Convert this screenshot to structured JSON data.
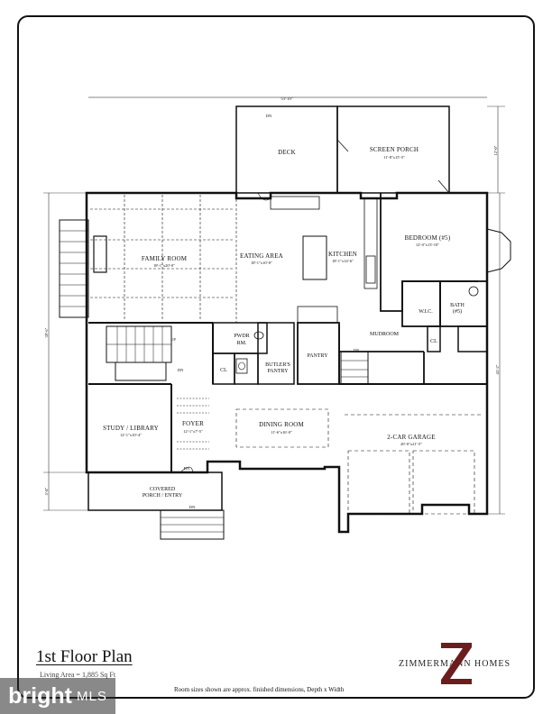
{
  "plan": {
    "title": "1st Floor Plan",
    "living_area": "Living Area = 1,885 Sq Ft",
    "note": "Room sizes shown are approx. finished dimensions, Depth x Width",
    "brand": "ZIMMERMANN HOMES",
    "logo_letter": "Z"
  },
  "rooms": {
    "deck": "DECK",
    "screen_porch": "SCREEN PORCH",
    "screen_porch_dim": "11'-8\"x15'-5\"",
    "family_room": "FAMILY ROOM",
    "family_room_dim": "18'-1\"x20'-0\"",
    "eating_area": "EATING AREA",
    "eating_area_dim": "18'-1\"x10'-0\"",
    "kitchen": "KITCHEN",
    "kitchen_dim": "18'-1\"x14'-6\"",
    "bedroom": "BEDROOM (#5)",
    "bedroom_dim": "12'-0\"x13'-10\"",
    "wic": "W.I.C.",
    "bath": "BATH",
    "bath_num": "(#5)",
    "mudroom": "MUDROOM",
    "pantry": "PANTRY",
    "butlers": "BUTLER'S",
    "butlers2": "PANTRY",
    "pwdr": "PWDR",
    "pwdr2": "RM.",
    "cl": "CL",
    "cl2": "CL",
    "study": "STUDY / LIBRARY",
    "study_dim": "12'-1\"x10'-4\"",
    "foyer": "FOYER",
    "foyer_dim": "12'-1\"x7'-5\"",
    "dining": "DINING ROOM",
    "dining_dim": "11'-6\"x16'-0\"",
    "garage": "2-CAR GARAGE",
    "garage_dim": "20'-0\"x21'-5\"",
    "covered": "COVERED",
    "porch_entry": "PORCH / ENTRY"
  },
  "dimensions": {
    "top_width": "53'-10\"",
    "right_upper": "12'-0\"",
    "right_total": "45'-2\"",
    "left_main": "39'-6\"",
    "left_porch": "5'-8\""
  },
  "markers": {
    "dn": "DN",
    "up": "UP"
  },
  "watermark": {
    "word": "bright",
    "suffix": "MLS"
  }
}
